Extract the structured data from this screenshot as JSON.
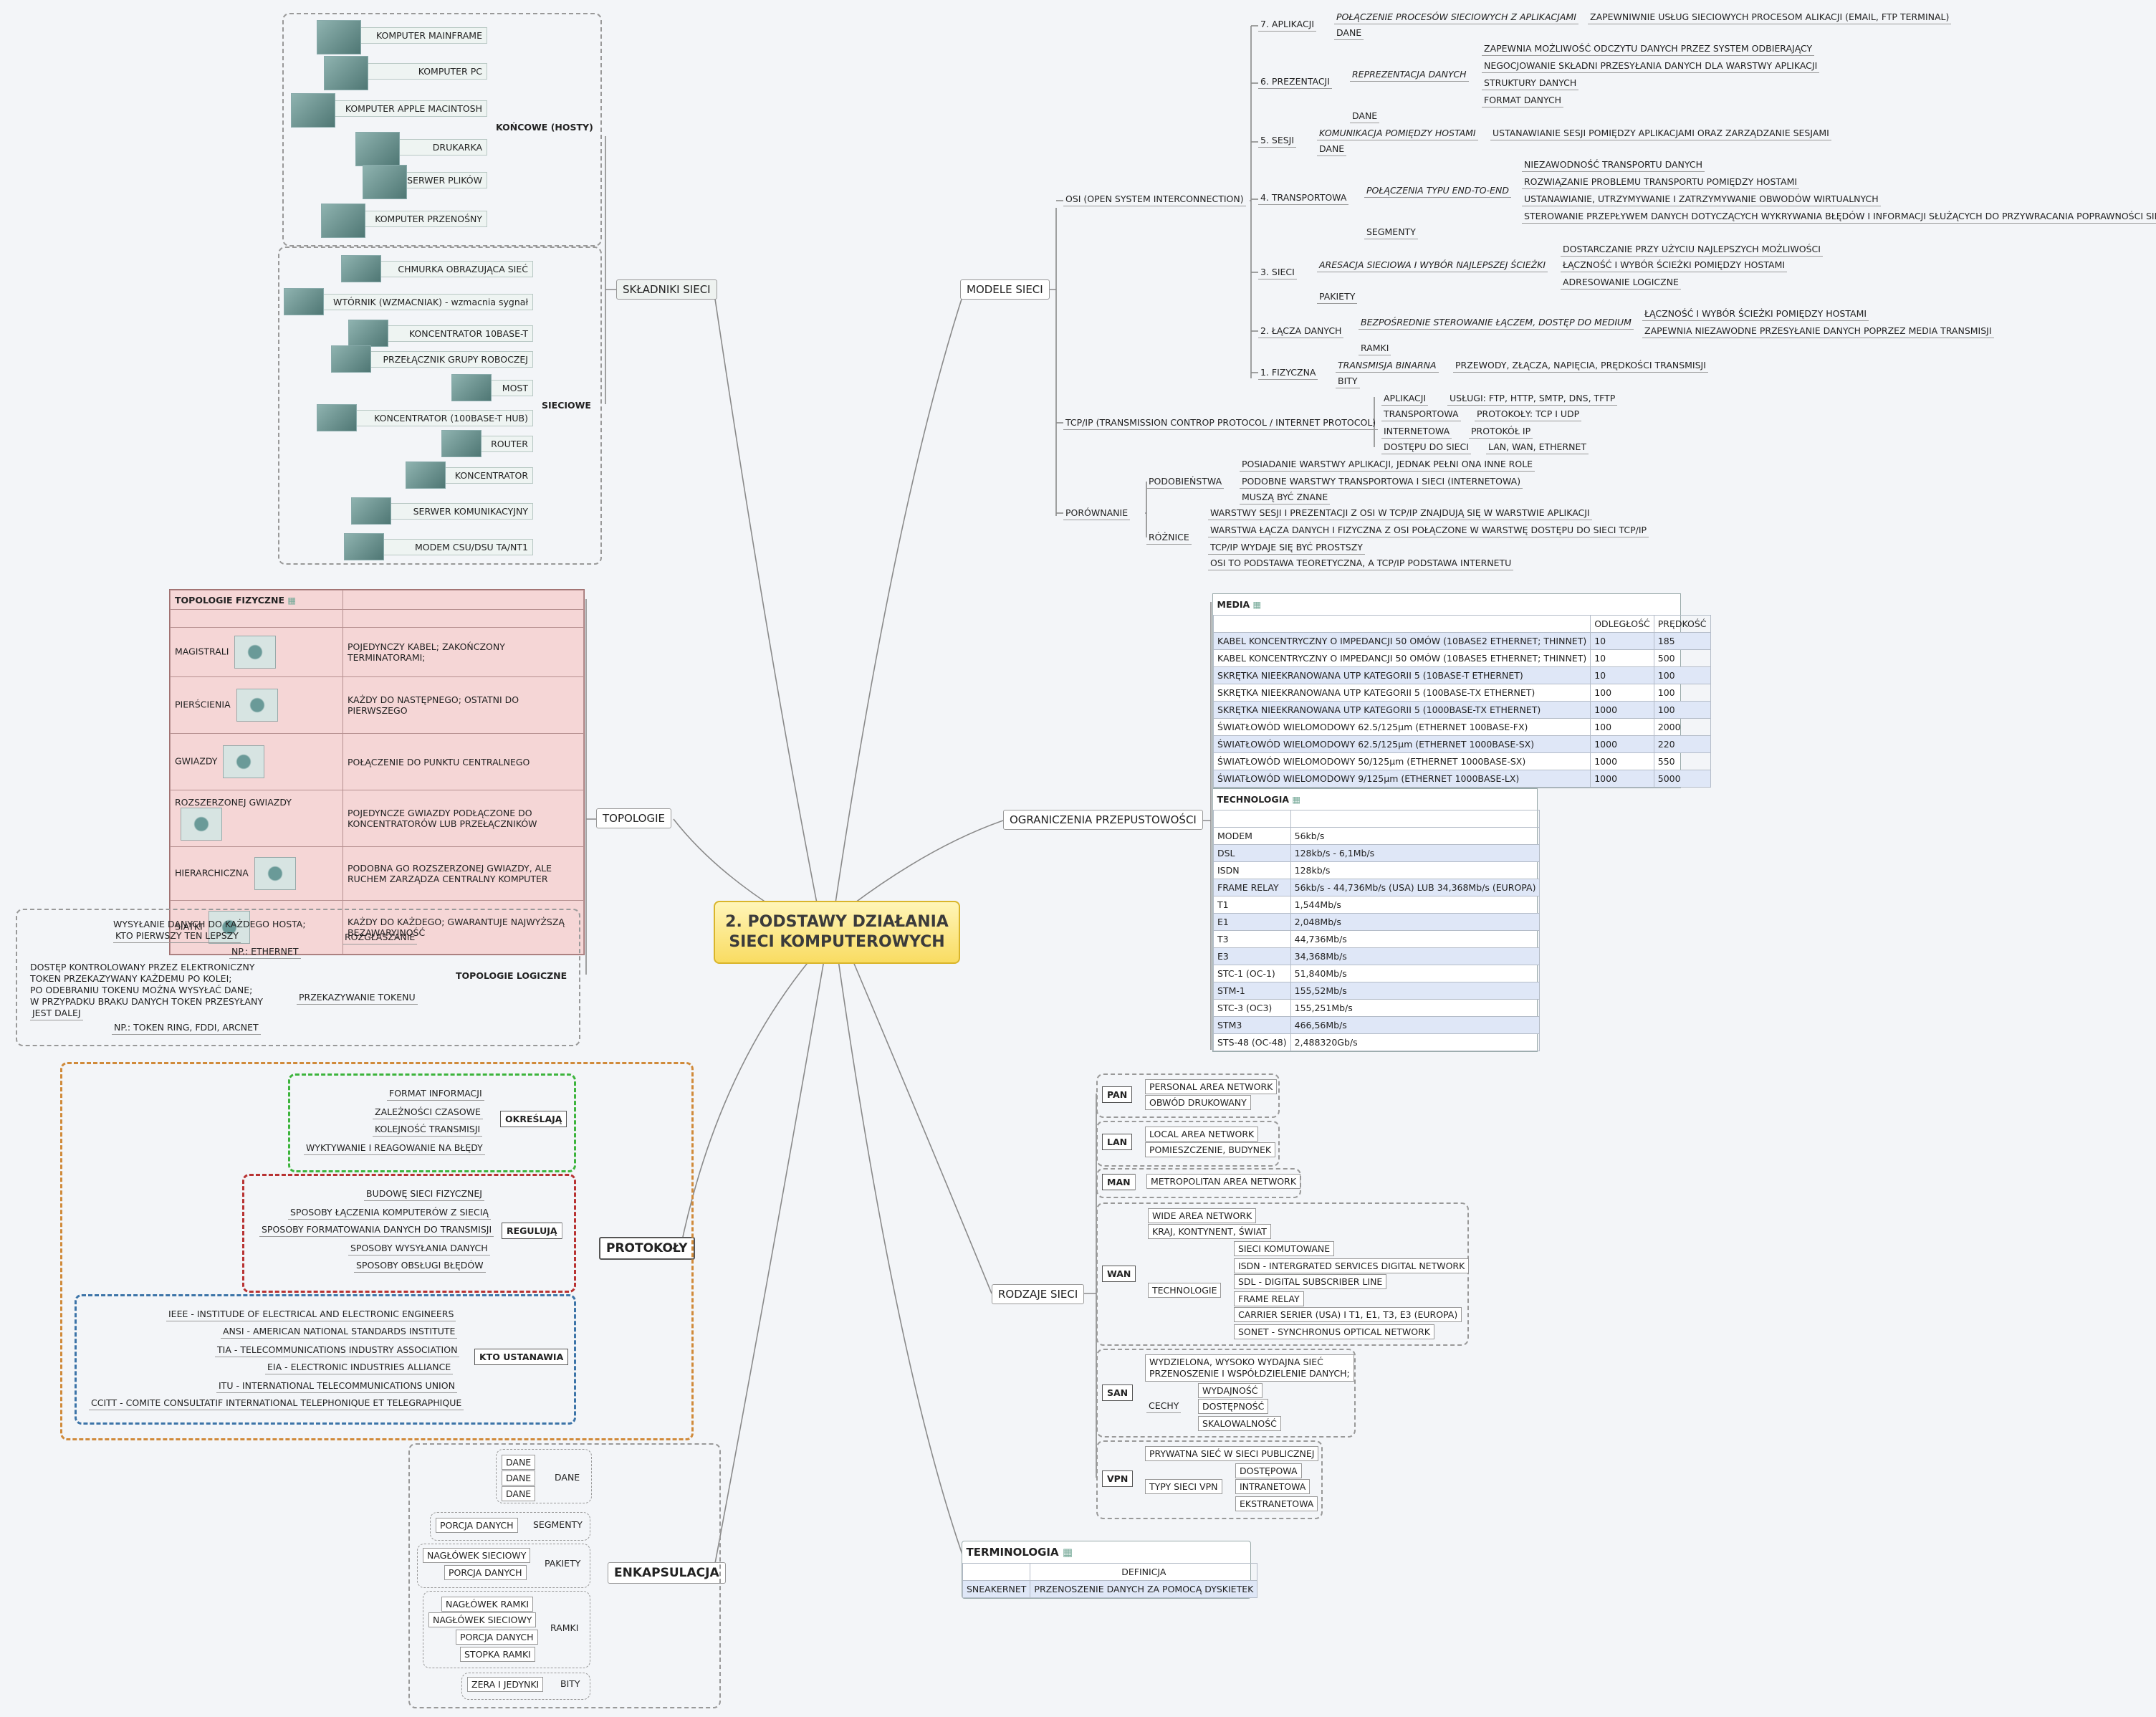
{
  "central": {
    "line1": "2. PODSTAWY DZIAŁANIA",
    "line2": "SIECI KOMPUTEROWYCH"
  },
  "branches": {
    "modele": "MODELE SIECI",
    "ograniczenia": "OGRANICZENIA PRZEPUSTOWOŚCI",
    "rodzaje": "RODZAJE SIECI",
    "terminologia": "TERMINOLOGIA",
    "skladniki": "SKŁADNIKI SIECI",
    "topologie": "TOPOLOGIE",
    "protokoly": "PROTOKOŁY",
    "enkapsulacja": "ENKAPSULACJA"
  },
  "osi": {
    "title": "OSI (OPEN SYSTEM INTERCONNECTION)",
    "l7": "7. APLIKACJI",
    "l7a": "POŁĄCZENIE PROCESÓW SIECIOWYCH Z APLIKACJAMI",
    "l7b": "ZAPEWNIWNIE USŁUG SIECIOWYCH PROCESOM ALIKACJI (EMAIL, FTP TERMINAL)",
    "l7d": "DANE",
    "l6": "6. PREZENTACJI",
    "l6a": "REPREZENTACJA DANYCH",
    "l6b1": "ZAPEWNIA MOŻLIWOŚĆ ODCZYTU DANYCH PRZEZ SYSTEM ODBIERAJĄCY",
    "l6b2": "NEGOCJOWANIE SKŁADNI PRZESYŁANIA DANYCH DLA WARSTWY APLIKACJI",
    "l6b3": "STRUKTURY DANYCH",
    "l6b4": "FORMAT DANYCH",
    "l6d": "DANE",
    "l5": "5. SESJI",
    "l5a": "KOMUNIKACJA POMIĘDZY HOSTAMI",
    "l5b": "USTANAWIANIE SESJI POMIĘDZY APLIKACJAMI ORAZ ZARZĄDZANIE SESJAMI",
    "l5d": "DANE",
    "l4": "4. TRANSPORTOWA",
    "l4a": "POŁĄCZENIA TYPU END-TO-END",
    "l4b1": "NIEZAWODNOŚĆ TRANSPORTU DANYCH",
    "l4b2": "ROZWIĄZANIE PROBLEMU TRANSPORTU POMIĘDZY HOSTAMI",
    "l4b3": "USTANAWIANIE, UTRZYMYWANIE I ZATRZYMYWANIE OBWODÓW WIRTUALNYCH",
    "l4b4": "STEROWANIE PRZEPŁYWEM DANYCH DOTYCZĄCYCH WYKRYWANIA BŁĘDÓW I INFORMACJI SŁUŻĄCYCH DO PRZYWRACANIA POPRAWNOŚCI SIECI",
    "l4d": "SEGMENTY",
    "l3": "3. SIECI",
    "l3a": "ARESACJA SIECIOWA I WYBÓR NAJLEPSZEJ ŚCIEŻKI",
    "l3b1": "DOSTARCZANIE PRZY UŻYCIU NAJLEPSZYCH MOŻLIWOŚCI",
    "l3b2": "ŁĄCZNOŚĆ I WYBÓR ŚCIEŻKI POMIĘDZY HOSTAMI",
    "l3b3": "ADRESOWANIE LOGICZNE",
    "l3d": "PAKIETY",
    "l2": "2. ŁĄCZA DANYCH",
    "l2a": "BEZPOŚREDNIE STEROWANIE ŁĄCZEM, DOSTĘP DO MEDIUM",
    "l2b1": "ŁĄCZNOŚĆ I WYBÓR ŚCIEŻKI POMIĘDZY HOSTAMI",
    "l2b2": "ZAPEWNIA NIEZAWODNE PRZESYŁANIE DANYCH POPRZEZ MEDIA TRANSMISJI",
    "l2d": "RAMKI",
    "l1": "1. FIZYCZNA",
    "l1a": "TRANSMISJA BINARNA",
    "l1b": "PRZEWODY, ZŁĄCZA, NAPIĘCIA, PRĘDKOŚCI TRANSMISJI",
    "l1d": "BITY"
  },
  "tcp": {
    "title": "TCP/IP (TRANSMISSION CONTROP PROTOCOL / INTERNET PROTOCOL)",
    "a": "APLIKACJI",
    "ab": "USŁUGI: FTP, HTTP, SMTP, DNS, TFTP",
    "t": "TRANSPORTOWA",
    "tb": "PROTOKOŁY: TCP I UDP",
    "i": "INTERNETOWA",
    "ib": "PROTOKÓŁ IP",
    "d": "DOSTĘPU DO SIECI",
    "db": "LAN, WAN, ETHERNET"
  },
  "por": {
    "title": "PORÓWNANIE",
    "pod": "PODOBIEŃSTWA",
    "p1": "POSIADANIE WARSTWY APLIKACJI, JEDNAK PEŁNI ONA INNE ROLE",
    "p2": "PODOBNE WARSTWY TRANSPORTOWA I SIECI (INTERNETOWA)",
    "p3": "MUSZĄ BYĆ ZNANE",
    "roz": "RÓŻNICE",
    "r1": "WARSTWY SESJI I PREZENTACJI Z OSI W TCP/IP ZNAJDUJĄ SIĘ W WARSTWIE APLIKACJI",
    "r2": "WARSTWA ŁĄCZA DANYCH I FIZYCZNA Z OSI POŁĄCZONE W WARSTWĘ DOSTĘPU DO SIECI TCP/IP",
    "r3": "TCP/IP WYDAJE SIĘ BYĆ PROSTSZY",
    "r4": "OSI TO PODSTAWA TEORETYCZNA, A TCP/IP PODSTAWA INTERNETU"
  },
  "media": {
    "title": "MEDIA",
    "col1": "ODLEGŁOŚĆ",
    "col2": "PRĘDKOŚĆ",
    "rows": [
      [
        "KABEL KONCENTRYCZNY O IMPEDANCJI 50 OMÓW (10BASE2 ETHERNET; THINNET)",
        "10",
        "185"
      ],
      [
        "KABEL KONCENTRYCZNY O IMPEDANCJI 50 OMÓW (10BASE5 ETHERNET; THINNET)",
        "10",
        "500"
      ],
      [
        "SKRĘTKA NIEEKRANOWANA UTP KATEGORII 5 (10BASE-T ETHERNET)",
        "10",
        "100"
      ],
      [
        "SKRĘTKA NIEEKRANOWANA UTP KATEGORII 5 (100BASE-TX ETHERNET)",
        "100",
        "100"
      ],
      [
        "SKRĘTKA NIEEKRANOWANA UTP KATEGORII 5 (1000BASE-TX ETHERNET)",
        "1000",
        "100"
      ],
      [
        "ŚWIATŁOWÓD WIELOMODOWY 62.5/125µm (ETHERNET 100BASE-FX)",
        "100",
        "2000"
      ],
      [
        "ŚWIATŁOWÓD WIELOMODOWY 62.5/125µm (ETHERNET 1000BASE-SX)",
        "1000",
        "220"
      ],
      [
        "ŚWIATŁOWÓD WIELOMODOWY 50/125µm (ETHERNET 1000BASE-SX)",
        "1000",
        "550"
      ],
      [
        "ŚWIATŁOWÓD WIELOMODOWY 9/125µm (ETHERNET 1000BASE-LX)",
        "1000",
        "5000"
      ]
    ]
  },
  "tech": {
    "title": "TECHNOLOGIA",
    "rows": [
      [
        "MODEM",
        "56kb/s"
      ],
      [
        "DSL",
        "128kb/s - 6,1Mb/s"
      ],
      [
        "ISDN",
        "128kb/s"
      ],
      [
        "FRAME RELAY",
        "56kb/s - 44,736Mb/s (USA) LUB 34,368Mb/s (EUROPA)"
      ],
      [
        "T1",
        "1,544Mb/s"
      ],
      [
        "E1",
        "2,048Mb/s"
      ],
      [
        "T3",
        "44,736Mb/s"
      ],
      [
        "E3",
        "34,368Mb/s"
      ],
      [
        "STC-1 (OC-1)",
        "51,840Mb/s"
      ],
      [
        "STM-1",
        "155,52Mb/s"
      ],
      [
        "STC-3 (OC3)",
        "155,251Mb/s"
      ],
      [
        "STM3",
        "466,56Mb/s"
      ],
      [
        "STS-48 (OC-48)",
        "2,488320Gb/s"
      ]
    ]
  },
  "rodzaje": {
    "pan": "PAN",
    "pan1": "PERSONAL AREA NETWORK",
    "pan2": "OBWÓD DRUKOWANY",
    "lan": "LAN",
    "lan1": "LOCAL AREA NETWORK",
    "lan2": "POMIESZCZENIE, BUDYNEK",
    "man": "MAN",
    "man1": "METROPOLITAN AREA NETWORK",
    "wan": "WAN",
    "wan1": "WIDE AREA NETWORK",
    "wan2": "KRAJ, KONTYNENT, ŚWIAT",
    "wanT": "TECHNOLOGIE",
    "w1": "SIECI KOMUTOWANE",
    "w2": "ISDN - INTERGRATED SERVICES DIGITAL NETWORK",
    "w3": "SDL - DIGITAL SUBSCRIBER LINE",
    "w4": "FRAME RELAY",
    "w5": "CARRIER SERIER (USA) I T1, E1, T3, E3 (EUROPA)",
    "w6": "SONET - SYNCHRONUS OPTICAL NETWORK",
    "san": "SAN",
    "san1a": "WYDZIELONA, WYSOKO WYDAJNA SIEĆ",
    "san1b": "PRZENOSZENIE I WSPÓŁDZIELENIE DANYCH;",
    "sanC": "CECHY",
    "s1": "WYDAJNOŚĆ",
    "s2": "DOSTĘPNOŚĆ",
    "s3": "SKALOWALNOŚĆ",
    "vpn": "VPN",
    "vpn1": "PRYWATNA SIEĆ W SIECI PUBLICZNEJ",
    "vpnT": "TYPY SIECI VPN",
    "v1": "DOSTĘPOWA",
    "v2": "INTRANETOWA",
    "v3": "EKSTRANETOWA"
  },
  "term": {
    "col": "DEFINICJA",
    "k": "SNEAKERNET",
    "v": "PRZENOSZENIE DANYCH ZA POMOCĄ DYSKIETEK"
  },
  "hosts": {
    "title": "KOŃCOWE (HOSTY)",
    "items": [
      "KOMPUTER MAINFRAME",
      "KOMPUTER PC",
      "KOMPUTER APPLE MACINTOSH",
      "DRUKARKA",
      "SERWER PLIKÓW",
      "KOMPUTER PRZENOŚNY"
    ]
  },
  "siec": {
    "title": "SIECIOWE",
    "items": [
      "CHMURKA OBRAZUJĄCA SIEĆ",
      "WTÓRNIK (WZMACNIAK) - wzmacnia sygnał",
      "KONCENTRATOR 10BASE-T",
      "PRZEŁĄCZNIK GRUPY ROBOCZEJ",
      "MOST",
      "KONCENTRATOR (100BASE-T HUB)",
      "ROUTER",
      "KONCENTRATOR",
      "SERWER KOMUNIKACYJNY",
      "MODEM CSU/DSU TA/NT1"
    ]
  },
  "topo": {
    "title": "TOPOLOGIE FIZYCZNE",
    "rows": [
      [
        "MAGISTRALI",
        "POJEDYNCZY KABEL; ZAKOŃCZONY TERMINATORAMI;"
      ],
      [
        "PIERŚCIENIA",
        "KAŻDY DO NASTĘPNEGO; OSTATNI DO PIERWSZEGO"
      ],
      [
        "GWIAZDY",
        "POŁĄCZENIE DO PUNKTU CENTRALNEGO"
      ],
      [
        "ROZSZERZONEJ GWIAZDY",
        "POJEDYNCZE GWIAZDY PODŁĄCZONE DO KONCENTRATORÓW LUB PRZEŁĄCZNIKÓW"
      ],
      [
        "HIERARCHICZNA",
        "PODOBNA GO ROZSZERZONEJ GWIAZDY, ALE RUCHEM ZARZĄDZA CENTRALNY KOMPUTER"
      ],
      [
        "SIATKI",
        "KAŻDY DO KAŻDEGO; GWARANTUJE NAJWYŻSZĄ BEZAWARYJNOŚĆ"
      ]
    ]
  },
  "logic": {
    "title": "TOPOLOGIE LOGICZNE",
    "r": "ROZGŁASZANIE",
    "r1a": "WYSYŁANIE DANYCH DO KAŻDEGO HOSTA;",
    "r1b": "KTO PIERWSZY TEN LEPSZY",
    "r2": "NP.: ETHERNET",
    "p": "PRZEKAZYWANIE TOKENU",
    "p1a": "DOSTĘP KONTROLOWANY PRZEZ ELEKTRONICZNY",
    "p1b": "TOKEN PRZEKAZYWANY KAŻDEMU PO KOLEI;",
    "p1c": "PO ODEBRANIU TOKENU MOŻNA WYSYŁAĆ DANE;",
    "p1d": "W PRZYPADKU BRAKU DANYCH TOKEN PRZESYŁANY",
    "p1e": "JEST DALEJ",
    "p2": "NP.: TOKEN RING, FDDI, ARCNET"
  },
  "prot": {
    "okr": "OKREŚLAJĄ",
    "o1": "FORMAT INFORMACJI",
    "o2": "ZALEŻNOŚCI CZASOWE",
    "o3": "KOLEJNOŚĆ TRANSMISJI",
    "o4": "WYKTYWANIE I REAGOWANIE NA BŁĘDY",
    "reg": "REGULUJĄ",
    "g1": "BUDOWĘ SIECI FIZYCZNEJ",
    "g2": "SPOSOBY ŁĄCZENIA KOMPUTERÓW Z SIECIĄ",
    "g3": "SPOSOBY FORMATOWANIA DANYCH DO TRANSMISJI",
    "g4": "SPOSOBY WYSYŁANIA DANYCH",
    "g5": "SPOSOBY OBSŁUGI BŁĘDÓW",
    "kto": "KTO USTANAWIA",
    "k1": "IEEE - INSTITUDE OF ELECTRICAL AND ELECTRONIC ENGINEERS",
    "k2": "ANSI - AMERICAN NATIONAL STANDARDS INSTITUTE",
    "k3": "TIA - TELECOMMUNICATIONS INDUSTRY ASSOCIATION",
    "k4": "EIA - ELECTRONIC INDUSTRIES ALLIANCE",
    "k5": "ITU - INTERNATIONAL TELECOMMUNICATIONS UNION",
    "k6": "CCITT - COMITE CONSULTATIF INTERNATIONAL TELEPHONIQUE ET TELEGRAPHIQUE"
  },
  "enk": {
    "dane": "DANE",
    "seg": "SEGMENTY",
    "porcja": "PORCJA DANYCH",
    "pak": "PAKIETY",
    "nag": "NAGŁÓWEK SIECIOWY",
    "ramki": "RAMKI",
    "nagR": "NAGŁÓWEK RAMKI",
    "stopka": "STOPKA RAMKI",
    "bity": "BITY",
    "zera": "ZERA I JEDYNKI"
  }
}
